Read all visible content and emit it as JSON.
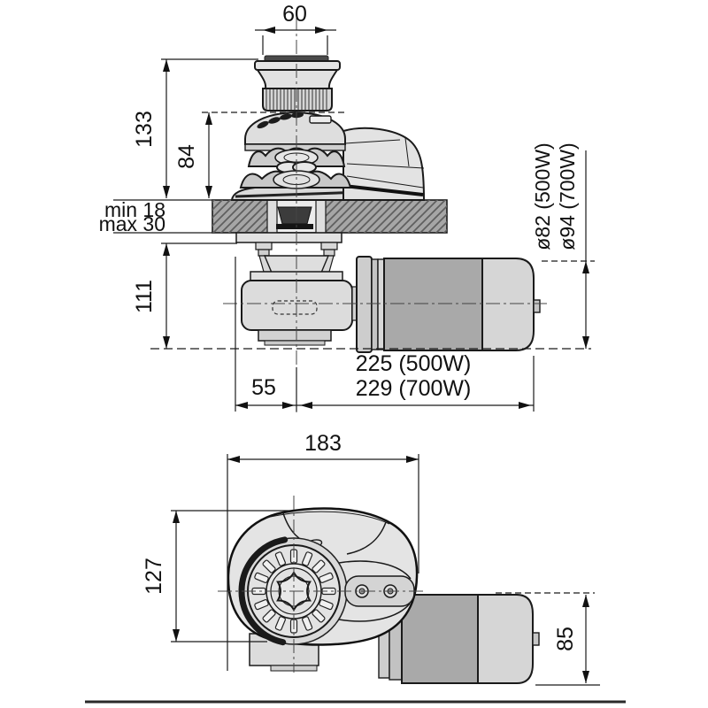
{
  "drawing": {
    "side_view": {
      "drum_top_width": "60",
      "height_above_deck": "133",
      "gypsy_height": "84",
      "deck_thickness_min": "min 18",
      "deck_thickness_max": "max 30",
      "height_below_deck": "111",
      "motor_diameter_500w": "ø82 (500W)",
      "motor_diameter_700w": "ø94 (700W)",
      "overall_length_500w": "225 (500W)",
      "overall_length_700w": "229 (700W)",
      "center_offset": "55"
    },
    "plan_view": {
      "overall_width": "183",
      "overall_depth": "127",
      "motor_diameter": "85"
    },
    "colors": {
      "line": "#1a1a1a",
      "fill_light": "#e2e2e2",
      "fill_mid": "#a9a9a9",
      "deck_fill": "#a6a6a6"
    }
  }
}
